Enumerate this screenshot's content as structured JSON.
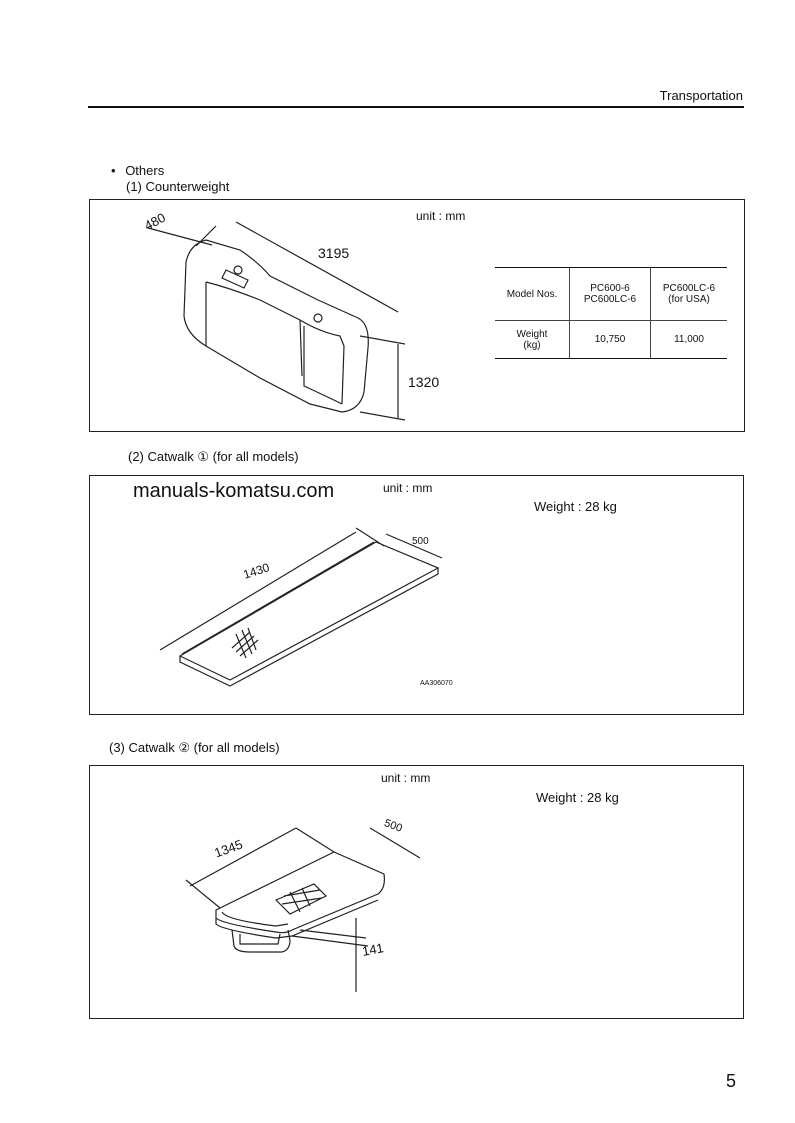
{
  "header": {
    "title": "Transportation"
  },
  "others_label": "Others",
  "sections": [
    {
      "title": "(1)  Counterweight",
      "unit": "unit : mm",
      "dims": {
        "length": "3195",
        "height": "1320",
        "width": "480"
      }
    },
    {
      "title": "(2)  Catwalk ① (for all models)",
      "unit": "unit : mm",
      "weight": "Weight :  28 kg",
      "dims": {
        "length": "1430",
        "width": "500"
      },
      "code": "AA306070"
    },
    {
      "title": "(3) Catwalk ② (for all models)",
      "unit": "unit : mm",
      "weight": "Weight :  28 kg",
      "dims": {
        "length": "1345",
        "width": "500",
        "height": "141"
      }
    }
  ],
  "spec_table": {
    "row_label_model": "Model Nos.",
    "model_a_line1": "PC600-6",
    "model_a_line2": "PC600LC-6",
    "model_b_line1": "PC600LC-6",
    "model_b_line2": "(for USA)",
    "row_label_weight_line1": "Weight",
    "row_label_weight_line2": "(kg)",
    "weight_a": "10,750",
    "weight_b": "11,000"
  },
  "watermark": "manuals-komatsu.com",
  "page_number": "5",
  "icons": [
    "bullet-dot-icon"
  ]
}
